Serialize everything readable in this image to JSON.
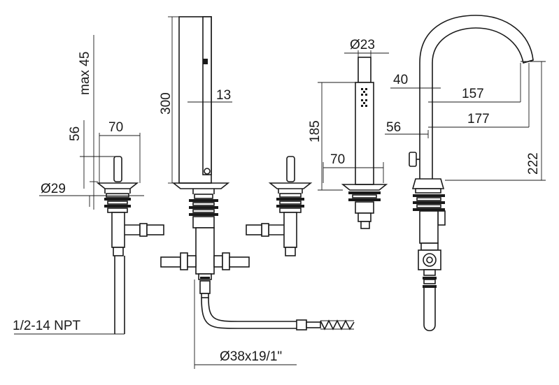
{
  "dimensions": {
    "max45": "max 45",
    "d56_left": "56",
    "d70_left": "70",
    "d29": "Ø29",
    "npt": "1/2-14 NPT",
    "d300": "300",
    "d13": "13",
    "d38": "Ø38x19/1\"",
    "d23": "Ø23",
    "d185": "185",
    "d70_right": "70",
    "d40": "40",
    "d157": "157",
    "d177": "177",
    "d56_right": "56",
    "d222": "222"
  }
}
